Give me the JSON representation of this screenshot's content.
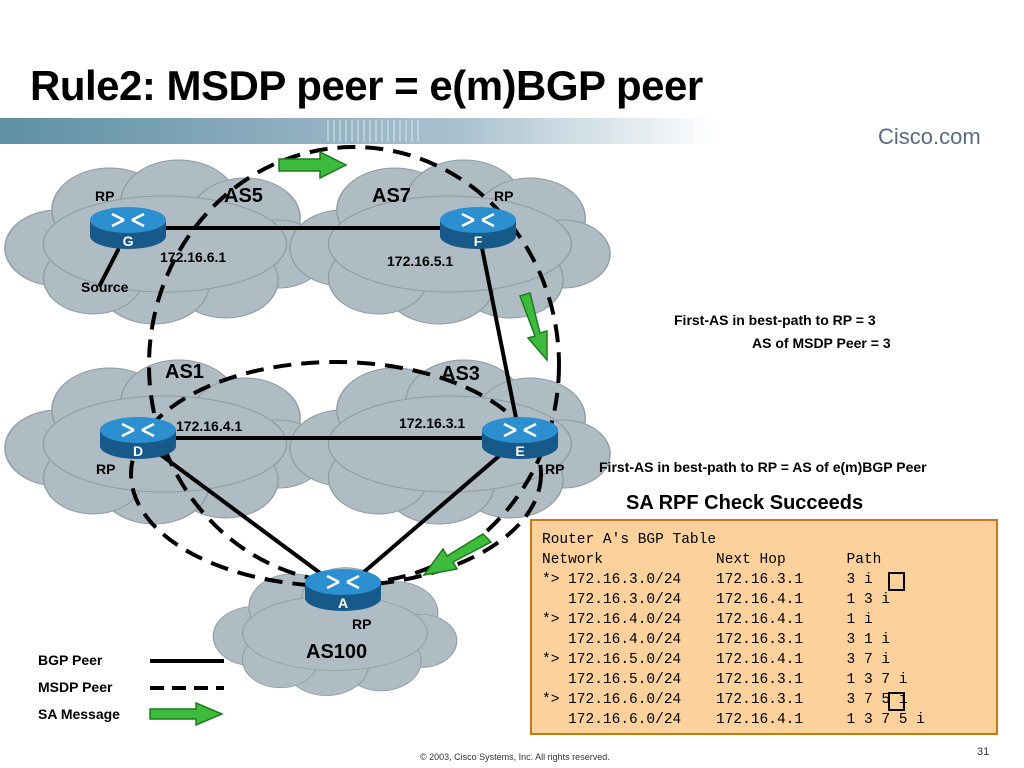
{
  "title": "Rule2: MSDP peer = e(m)BGP peer",
  "brand": "Cisco.com",
  "routers": {
    "G": {
      "letter": "G",
      "role": "RP",
      "ip": "172.16.6.1",
      "extra": "Source"
    },
    "F": {
      "letter": "F",
      "role": "RP",
      "ip": "172.16.5.1"
    },
    "D": {
      "letter": "D",
      "role": "RP",
      "ip": "172.16.4.1"
    },
    "E": {
      "letter": "E",
      "role": "RP",
      "ip": "172.16.3.1"
    },
    "A": {
      "letter": "A",
      "role": "RP"
    }
  },
  "as_labels": {
    "as5": "AS5",
    "as7": "AS7",
    "as1": "AS1",
    "as3": "AS3",
    "as100": "AS100"
  },
  "notes": {
    "first_as": "First-AS in best-path to RP = 3",
    "as_msdp": "AS of MSDP Peer = 3",
    "rule": "First-AS in best-path to RP = AS of e(m)BGP Peer"
  },
  "result": "SA RPF Check Succeeds",
  "bgp_table": {
    "title": "Router A's BGP Table",
    "header": "Network             Next Hop       Path",
    "rows": [
      "*> 172.16.3.0/24    172.16.3.1     3 i",
      "   172.16.3.0/24    172.16.4.1     1 3 i",
      "*> 172.16.4.0/24    172.16.4.1     1 i",
      "   172.16.4.0/24    172.16.3.1     3 1 i",
      "*> 172.16.5.0/24    172.16.4.1     3 7 i",
      "   172.16.5.0/24    172.16.3.1     1 3 7 i",
      "*> 172.16.6.0/24    172.16.3.1     3 7 5 i",
      "   172.16.6.0/24    172.16.4.1     1 3 7 5 i"
    ]
  },
  "legend": {
    "bgp": "BGP Peer",
    "msdp": "MSDP Peer",
    "sa": "SA Message"
  },
  "colors": {
    "cloud": "#b0bcc4",
    "router": "#1f7db8",
    "sa_arrow": "#3dbb3d",
    "table_bg": "#fdd19c",
    "table_border": "#c87a18"
  },
  "footer": "© 2003, Cisco Systems, Inc. All rights reserved.",
  "page_number": "31"
}
